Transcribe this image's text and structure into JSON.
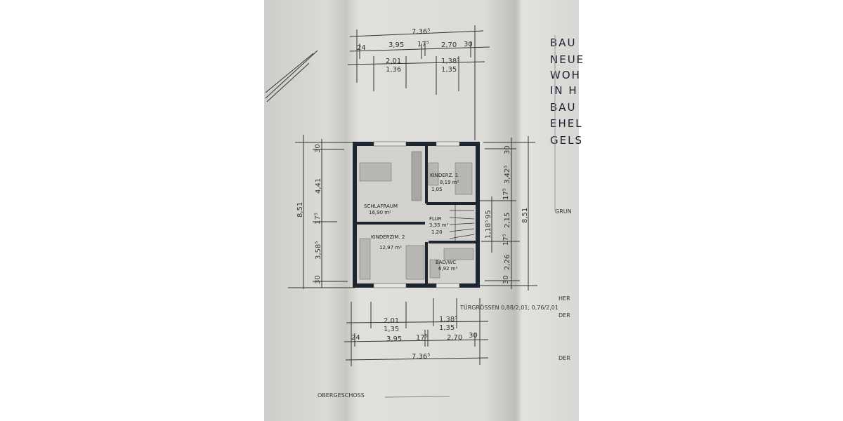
{
  "title_block": {
    "lines": [
      "BAU",
      "NEUE",
      "WOH",
      "IN H",
      "BAU",
      "EHEL",
      "GELS"
    ]
  },
  "side_labels": {
    "grun": "GRUN",
    "her": "HER",
    "der1": "DER",
    "der2": "DER"
  },
  "rooms": [
    {
      "name": "SCHLAFRAUM",
      "area": "16,90 m²"
    },
    {
      "name": "KINDERZ. 1",
      "area": "8,19 m²",
      "note": "1,05"
    },
    {
      "name": "FLUR",
      "area": "3,35 m²",
      "note": "1,20"
    },
    {
      "name": "KINDERZIM. 2",
      "area": "12,97 m²"
    },
    {
      "name": "BAD/WC",
      "area": "6,92 m²"
    }
  ],
  "dimensions": {
    "top": {
      "total": "7,36⁵",
      "row2": [
        "24",
        "3,95",
        "17⁵",
        "2,70",
        "30"
      ],
      "row3": [
        "2,01",
        "1,36",
        "1,38⁵",
        "1,35"
      ]
    },
    "bottom": {
      "total": "7,36⁵",
      "row2": [
        "24",
        "3,95",
        "17⁵",
        "2,70",
        "30"
      ],
      "row1": [
        "2,01",
        "1,35",
        "1,38⁵",
        "1,35"
      ]
    },
    "left": {
      "total": "8,51",
      "parts": [
        "30",
        "4,41",
        "17⁵",
        "3,58⁵",
        "30"
      ]
    },
    "right": {
      "total": "8,51",
      "parts": [
        "30",
        "3,42⁵",
        "17⁵",
        "2,15",
        "17⁵",
        "2,26",
        "30"
      ],
      "inner": [
        "95",
        "1,18⁵"
      ]
    }
  },
  "door_sizes": "TÜRGRÖSSEN 0,88/2,01; 0,76/2,01",
  "floor_label": "OBERGESCHOSS"
}
